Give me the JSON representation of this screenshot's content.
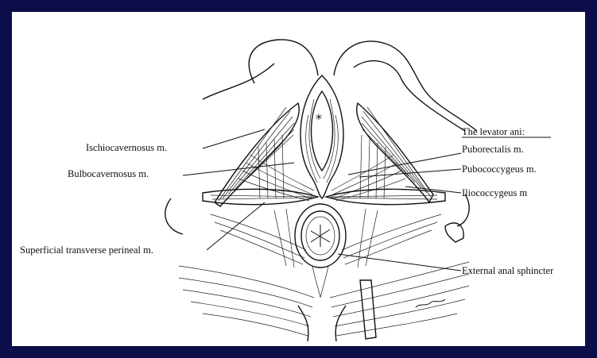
{
  "labels": {
    "ischiocavernosus": "Ischiocavernosus m.",
    "bulbocavernosus": "Bulbocavernosus m.",
    "superficial_transverse": "Superficial transverse perineal m.",
    "levator_heading": "The levator ani:",
    "puborectalis": "Puborectalis m.",
    "pubococcygeus": "Pubococcygeus m.",
    "iliococcygeus": "Iliococcygeus m",
    "external_anal_sphincter": "External anal sphincter"
  },
  "colors": {
    "border": "#0d0d4a",
    "ink": "#111111",
    "background": "#ffffff"
  }
}
